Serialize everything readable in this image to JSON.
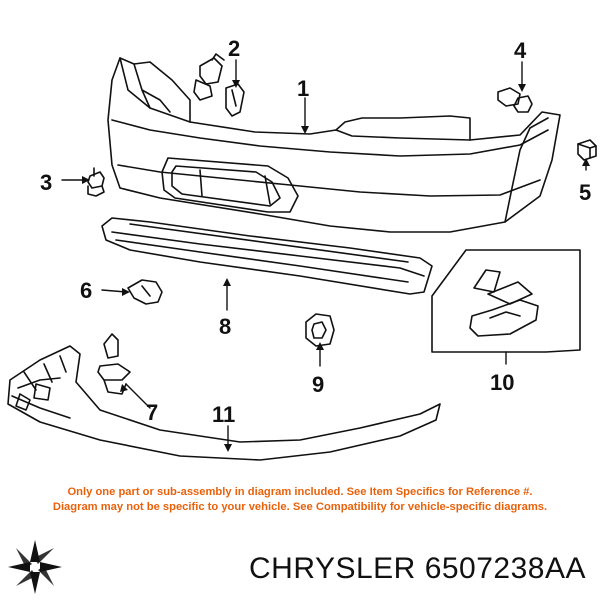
{
  "callouts": {
    "c1": "1",
    "c2": "2",
    "c3": "3",
    "c4": "4",
    "c5": "5",
    "c6": "6",
    "c7": "7",
    "c8": "8",
    "c9": "9",
    "c10": "10",
    "c11": "11"
  },
  "notice": {
    "line1": "Only one part or sub-assembly in diagram included. See Item Specifics for Reference #.",
    "line2": "Diagram may not be specific to your vehicle. See Compatibility for vehicle-specific diagrams."
  },
  "footer": {
    "brand": "CHRYSLER",
    "part_number": "6507238AA"
  },
  "colors": {
    "notice_text": "#e8620c",
    "line_art": "#111111"
  },
  "icons": {
    "brand_logo": "chrysler-pentastar-icon"
  }
}
